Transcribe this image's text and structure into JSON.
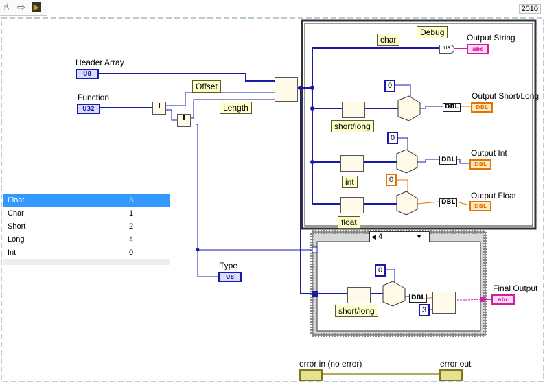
{
  "toolbar": {
    "year": "2010",
    "tools": [
      {
        "icon": "hand-icon",
        "glyph": "☝"
      },
      {
        "icon": "arrow-icon",
        "glyph": "⇨"
      },
      {
        "icon": "highlight-execution-icon",
        "glyph": "▶"
      }
    ]
  },
  "labels": {
    "header_array": "Header Array",
    "function": "Function",
    "offset": "Offset",
    "length": "Length",
    "type": "Type",
    "char": "char",
    "debug": "Debug",
    "output_string": "Output String",
    "output_short_long": "Output Short/Long",
    "output_int": "Output Int",
    "output_float": "Output Float",
    "final_output": "Final Output",
    "short_long_1": "short/long",
    "int": "int",
    "float": "float",
    "short_long_2": "short/long",
    "error_in": "error in (no error)",
    "error_out": "error out"
  },
  "terminals": {
    "u8": "U8",
    "u32": "U32",
    "abc": "abc",
    "dbl": "DBL"
  },
  "constants": {
    "zero_1": "0",
    "zero_2": "0",
    "zero_3": "0",
    "zero_4": "0",
    "three": "3"
  },
  "case_selector": {
    "value": "4",
    "left_arrow": "◀",
    "right_arrow": "▼"
  },
  "type_table": {
    "rows": [
      {
        "name": "Float",
        "value": "3",
        "selected": true
      },
      {
        "name": "Char",
        "value": "1",
        "selected": false
      },
      {
        "name": "Short",
        "value": "2",
        "selected": false
      },
      {
        "name": "Long",
        "value": "4",
        "selected": false
      },
      {
        "name": "Int",
        "value": "0",
        "selected": false
      }
    ]
  },
  "colors": {
    "wire_u8": "#1a1aa8",
    "wire_dbl": "#e07800",
    "wire_string": "#d020a0",
    "wire_error": "#7a7a20"
  }
}
